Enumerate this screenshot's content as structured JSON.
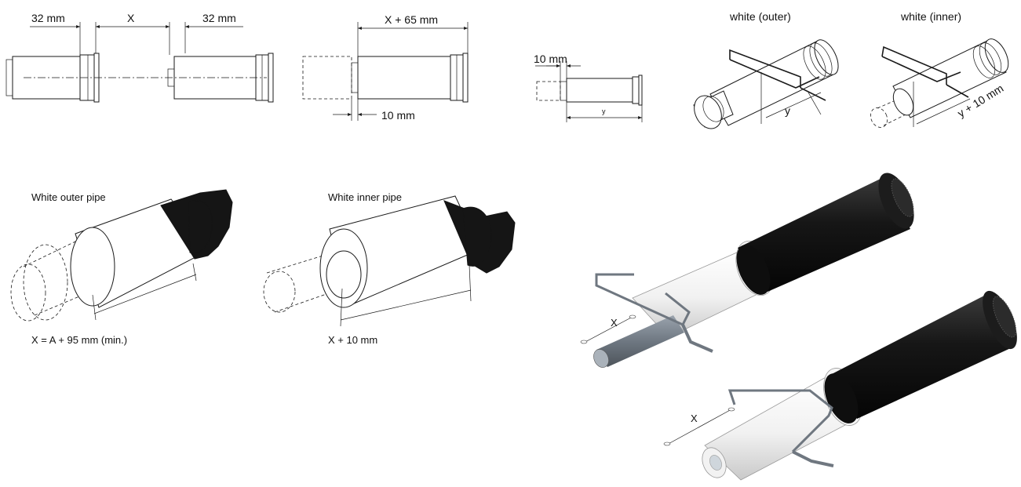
{
  "labels": {
    "dim_32_left": "32 mm",
    "dim_x": "X",
    "dim_32_right": "32 mm",
    "dim_x_plus_65": "X + 65 mm",
    "dim_10_a": "10 mm",
    "dim_10_b": "10 mm",
    "dim_y": "y",
    "white_outer_short": "white (outer)",
    "white_inner_short": "white (inner)",
    "dim_y_small": "y",
    "dim_y_plus_10": "y + 10 mm",
    "white_outer_pipe": "White outer pipe",
    "white_inner_pipe": "White inner pipe",
    "formula_outer": "X = A + 95 mm (min.)",
    "formula_inner": "X + 10 mm",
    "render_x_top": "X",
    "render_x_bottom": "X"
  },
  "colors": {
    "line": "#1a1a1a",
    "black_grip": "#151515",
    "pipe_white": "#f3f3f3",
    "tool_grey": "#7d8690"
  }
}
